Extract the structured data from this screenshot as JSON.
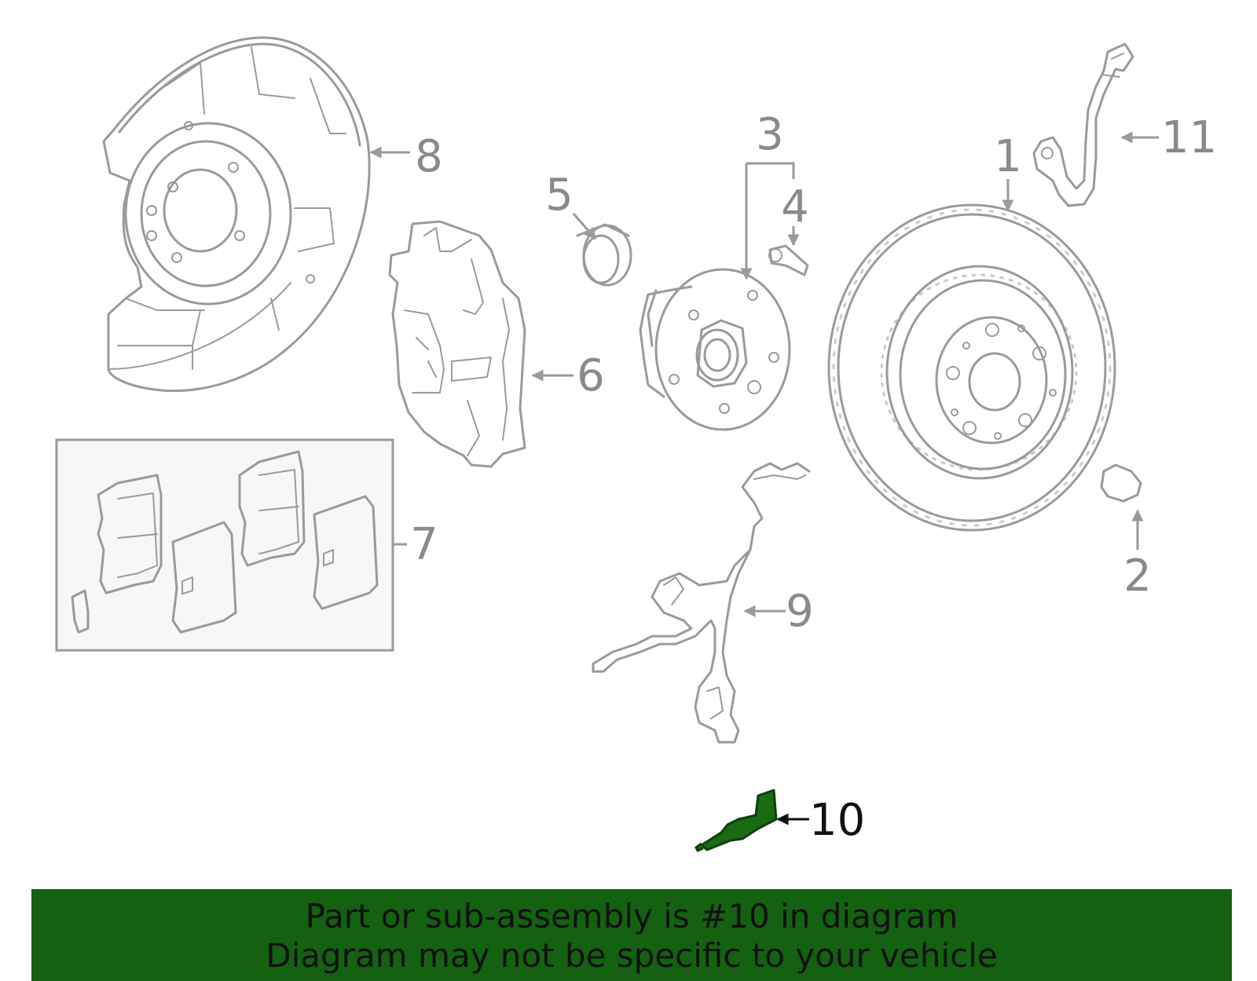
{
  "callouts": {
    "c1": "1",
    "c2": "2",
    "c3": "3",
    "c4": "4",
    "c5": "5",
    "c6": "6",
    "c7": "7",
    "c8": "8",
    "c9": "9",
    "c10": "10",
    "c11": "11"
  },
  "highlight_callout": "10",
  "colors": {
    "highlight": "#1a6b14",
    "banner": "#136111",
    "linework": "#9a9a9a",
    "text": "#111111"
  },
  "banner": {
    "line1": "Part or sub-assembly is #10 in diagram",
    "line2": "Diagram may not be specific to your vehicle"
  }
}
